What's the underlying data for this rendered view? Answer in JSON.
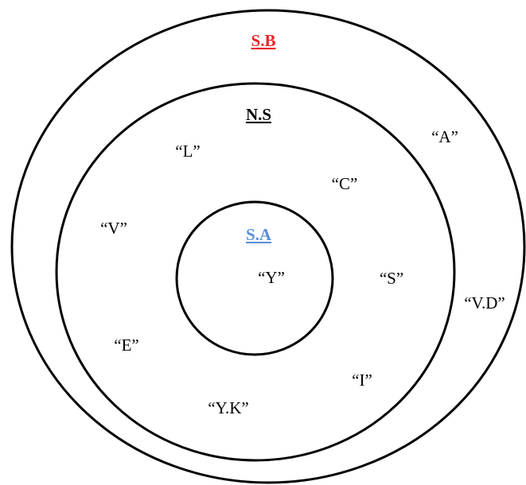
{
  "sets": [
    {
      "title": "S.B",
      "title_color": "#e8252a",
      "members": [
        "“A”",
        "“V.D”"
      ]
    },
    {
      "title": "N.S",
      "title_color": "#000000",
      "members": [
        "“L”",
        "“C”",
        "“V”",
        "“S”",
        "“E”",
        "“I”",
        "“Y.K”"
      ]
    },
    {
      "title": "S.A",
      "title_color": "#5b8fd6",
      "members": [
        "“Y”"
      ]
    }
  ],
  "text_color": "#000000"
}
